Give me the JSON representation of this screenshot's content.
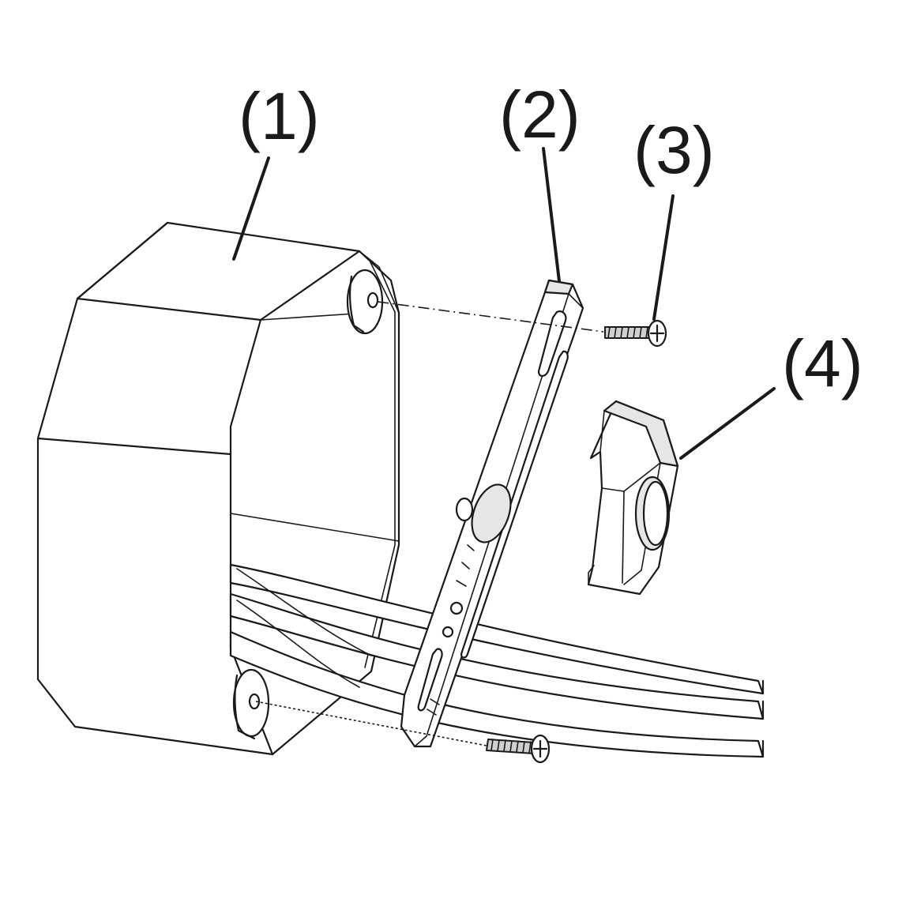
{
  "callouts": [
    {
      "id": "1",
      "label": "(1)"
    },
    {
      "id": "2",
      "label": "(2)"
    },
    {
      "id": "3",
      "label": "(3)"
    },
    {
      "id": "4",
      "label": "(4)"
    }
  ],
  "colors": {
    "line": "#1a1a1a",
    "background": "#ffffff",
    "shade": "#e6e6e6"
  }
}
